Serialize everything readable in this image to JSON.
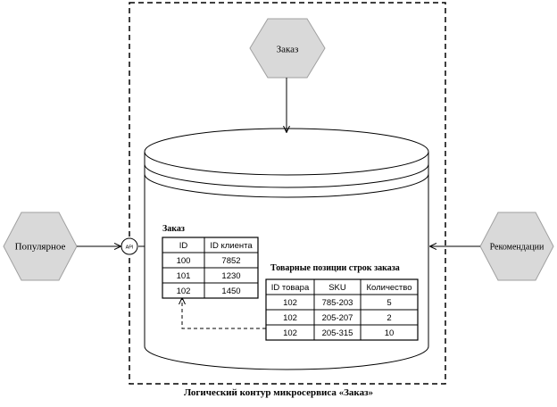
{
  "nodes": {
    "order": "Заказ",
    "popular": "Популярное",
    "recommendations": "Рекомендации",
    "api": "API"
  },
  "orders_table": {
    "title": "Заказ",
    "headers": [
      "ID",
      "ID клиента"
    ],
    "rows": [
      [
        "100",
        "7852"
      ],
      [
        "101",
        "1230"
      ],
      [
        "102",
        "1450"
      ]
    ]
  },
  "items_table": {
    "title": "Товарные позиции строк заказа",
    "headers": [
      "ID товара",
      "SKU",
      "Количество"
    ],
    "rows": [
      [
        "102",
        "785-203",
        "5"
      ],
      [
        "102",
        "205-207",
        "2"
      ],
      [
        "102",
        "205-315",
        "10"
      ]
    ]
  },
  "caption": "Логический контур микросервиса «Заказ»",
  "colors": {
    "hexagon_fill": "#d9d9d9",
    "stroke": "#000000",
    "background": "#ffffff"
  }
}
